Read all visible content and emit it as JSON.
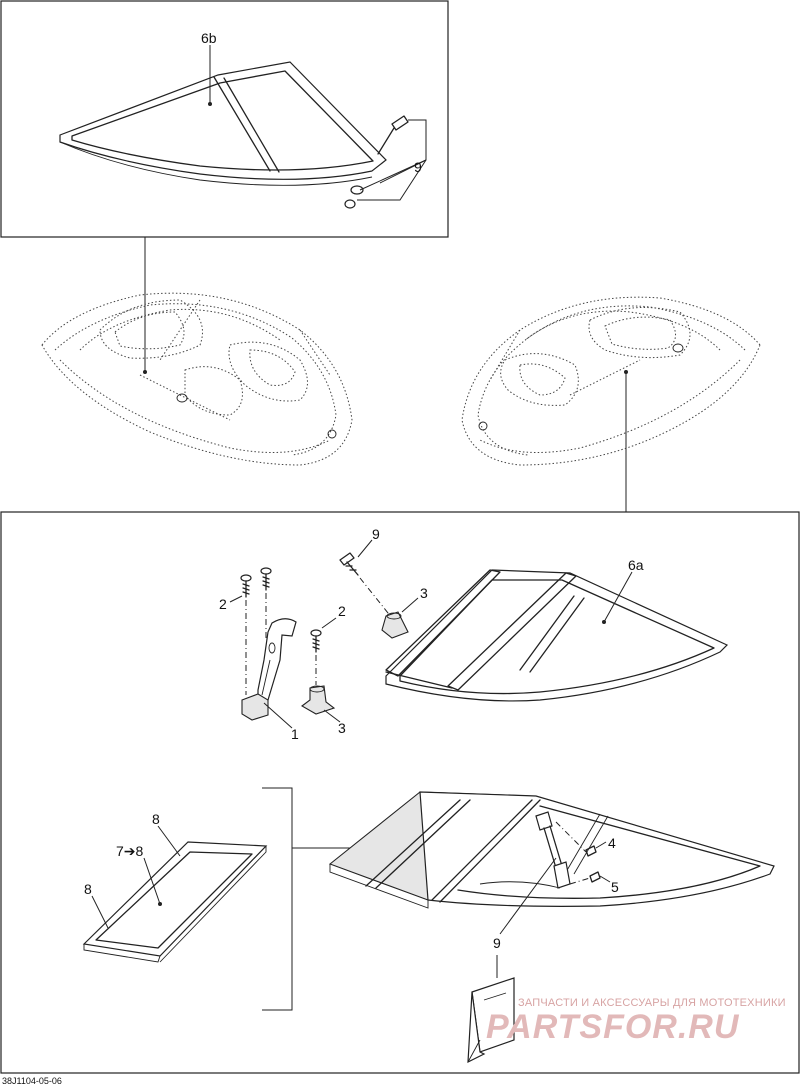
{
  "callouts": {
    "part_6b": "6b",
    "part_6a": "6a",
    "part_1": "1",
    "part_2_left": "2",
    "part_2_right": "2",
    "part_3_top": "3",
    "part_3_bottom": "3",
    "part_4": "4",
    "part_5": "5",
    "part_7_8": "7➔8",
    "part_8_top": "8",
    "part_8_left": "8",
    "part_9_top_panel": "9",
    "part_9_screw": "9",
    "part_9_bottom": "9"
  },
  "drawing_code": "38J1104-05-06",
  "watermark": {
    "line1": "ЗАПЧАСТИ И АКСЕССУАРЫ ДЛЯ МОТОТЕХНИКИ",
    "logo": "PARTSFOR.RU"
  },
  "colors": {
    "line": "#222222",
    "watermark": "#d7a3a3"
  }
}
